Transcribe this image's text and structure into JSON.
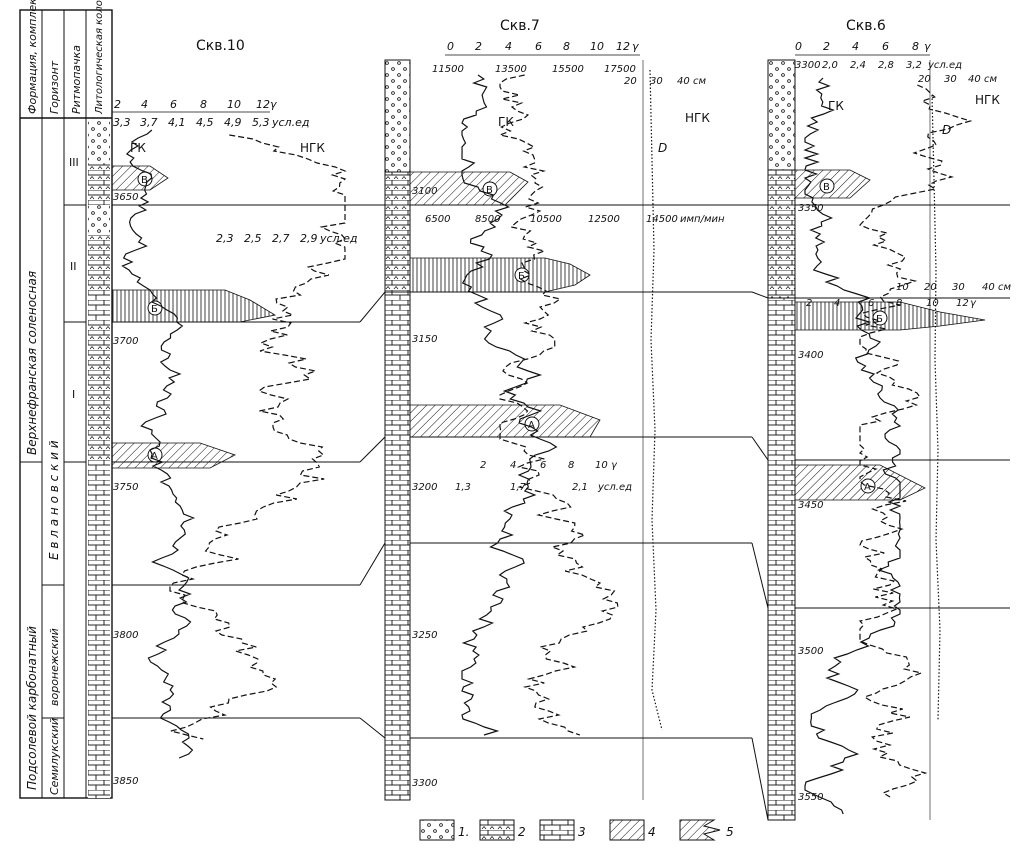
{
  "header_columns": {
    "formation": "Формация, комплекс",
    "horizon": "Горизонт",
    "rhythm": "Ритмопачка",
    "litho": "Литологическая колонка"
  },
  "formations": [
    {
      "label": "Верхнефранская соленосная"
    },
    {
      "label": "Подсолевой карбонатный"
    }
  ],
  "horizons": [
    {
      "label": "Е в л а н о в с к и й"
    },
    {
      "label": "воронежский"
    },
    {
      "label": "Семилукский"
    }
  ],
  "rhythms": [
    "III",
    "II",
    "I"
  ],
  "wells": [
    {
      "title": "Скв.10",
      "axis_gamma": {
        "ticks": [
          "2",
          "4",
          "6",
          "8",
          "10",
          "12"
        ],
        "unit": "γ"
      },
      "axis_ngk": {
        "ticks": [
          "3,3",
          "3,7",
          "4,1",
          "4,5",
          "4,9",
          "5,3"
        ],
        "unit": "усл.ед"
      },
      "axis_ngk2": {
        "ticks": [
          "2,3",
          "2,5",
          "2,7",
          "2,9"
        ],
        "unit": "усл.ед"
      },
      "curve_labels": [
        "ГК",
        "НГК"
      ],
      "depths": [
        "3650",
        "3700",
        "3750",
        "3800",
        "3850"
      ]
    },
    {
      "title": "Скв.7",
      "axis_gamma": {
        "ticks": [
          "0",
          "2",
          "4",
          "6",
          "8",
          "10",
          "12"
        ],
        "unit": "γ"
      },
      "axis_imp": {
        "ticks": [
          "11500",
          "13500",
          "15500",
          "17500"
        ]
      },
      "axis_d": {
        "ticks": [
          "20",
          "30",
          "40"
        ],
        "unit": "см"
      },
      "axis_imp2": {
        "ticks": [
          "6500",
          "8500",
          "10500",
          "12500",
          "14500"
        ],
        "unit": "имп/мин"
      },
      "axis_gamma2": {
        "ticks": [
          "2",
          "4",
          "6",
          "8",
          "10"
        ],
        "unit": "γ"
      },
      "axis_ngk2": {
        "ticks": [
          "1,3",
          "1,7",
          "2,1"
        ],
        "unit": "усл.ед"
      },
      "curve_labels": [
        "ГК",
        "НГК",
        "D"
      ],
      "depths": [
        "3100",
        "3150",
        "3200",
        "3250",
        "3300"
      ]
    },
    {
      "title": "Скв.6",
      "axis_gamma": {
        "ticks": [
          "0",
          "2",
          "4",
          "6",
          "8"
        ],
        "unit": "γ"
      },
      "axis_ngk": {
        "ticks": [
          "3300",
          "2,0",
          "2,4",
          "2,8",
          "3,2"
        ],
        "unit": "усл.ед"
      },
      "axis_d": {
        "ticks": [
          "20",
          "30",
          "40"
        ],
        "unit": "см"
      },
      "axis_gamma2": {
        "ticks": [
          "2",
          "4",
          "6",
          "8",
          "10",
          "12"
        ],
        "unit": "γ"
      },
      "axis_d2": {
        "ticks": [
          "10",
          "20",
          "30",
          "40"
        ],
        "unit": "см"
      },
      "curve_labels": [
        "ГК",
        "НГК",
        "D"
      ],
      "depths": [
        "3350",
        "3400",
        "3450",
        "3500",
        "3550"
      ]
    }
  ],
  "markers": [
    "В",
    "Б",
    "А"
  ],
  "legend": [
    {
      "num": "1.",
      "pattern": "dots"
    },
    {
      "num": "2",
      "pattern": "anhydrite"
    },
    {
      "num": "3",
      "pattern": "brick"
    },
    {
      "num": "4",
      "pattern": "hatch"
    },
    {
      "num": "5",
      "pattern": "hatch-jagged"
    }
  ]
}
